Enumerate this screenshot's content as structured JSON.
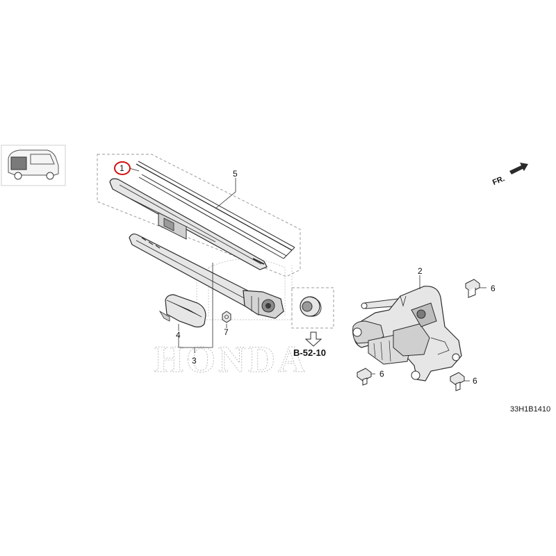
{
  "callouts": {
    "c1": "1",
    "c2": "2",
    "c3": "3",
    "c4": "4",
    "c5": "5",
    "c6a": "6",
    "c6b": "6",
    "c6c": "6",
    "c7": "7"
  },
  "reference": "B-52-10",
  "diagram_code": "33H1B1410",
  "direction_label": "FR.",
  "watermark": "HONDA",
  "colors": {
    "line": "#2a2a2a",
    "part_fill": "#e6e6e6",
    "highlight": "#d01010",
    "watermark": "#bdbdbd"
  }
}
